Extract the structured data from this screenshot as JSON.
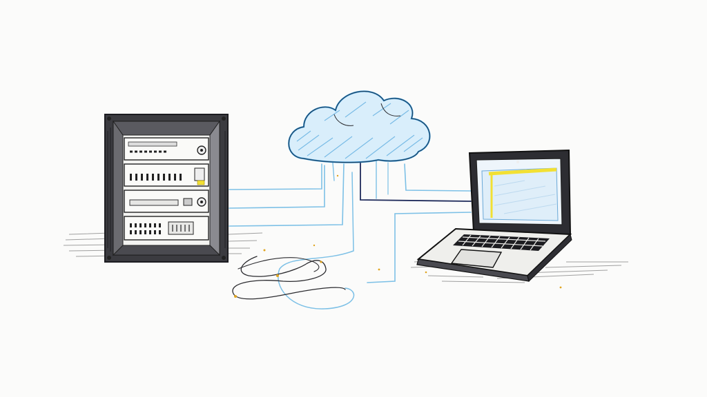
{
  "diagram": {
    "nodes": [
      {
        "id": "server-rack",
        "icon": "server-rack-icon"
      },
      {
        "id": "cloud",
        "icon": "cloud-icon"
      },
      {
        "id": "laptop",
        "icon": "laptop-icon"
      }
    ],
    "edges": [
      {
        "from": "server-rack",
        "to": "cloud"
      },
      {
        "from": "cloud",
        "to": "laptop"
      },
      {
        "from": "server-rack",
        "to": "laptop"
      }
    ]
  },
  "colors": {
    "background": "#fbfbfa",
    "ink": "#2a2a2e",
    "cable_blue": "#7cc0e6",
    "cable_navy": "#1e2a5a",
    "cloud_fill": "#d9eefb",
    "cloud_blue": "#2f8fd0",
    "screen_yellow": "#f2e033",
    "screen_fill": "#eef5fb"
  }
}
